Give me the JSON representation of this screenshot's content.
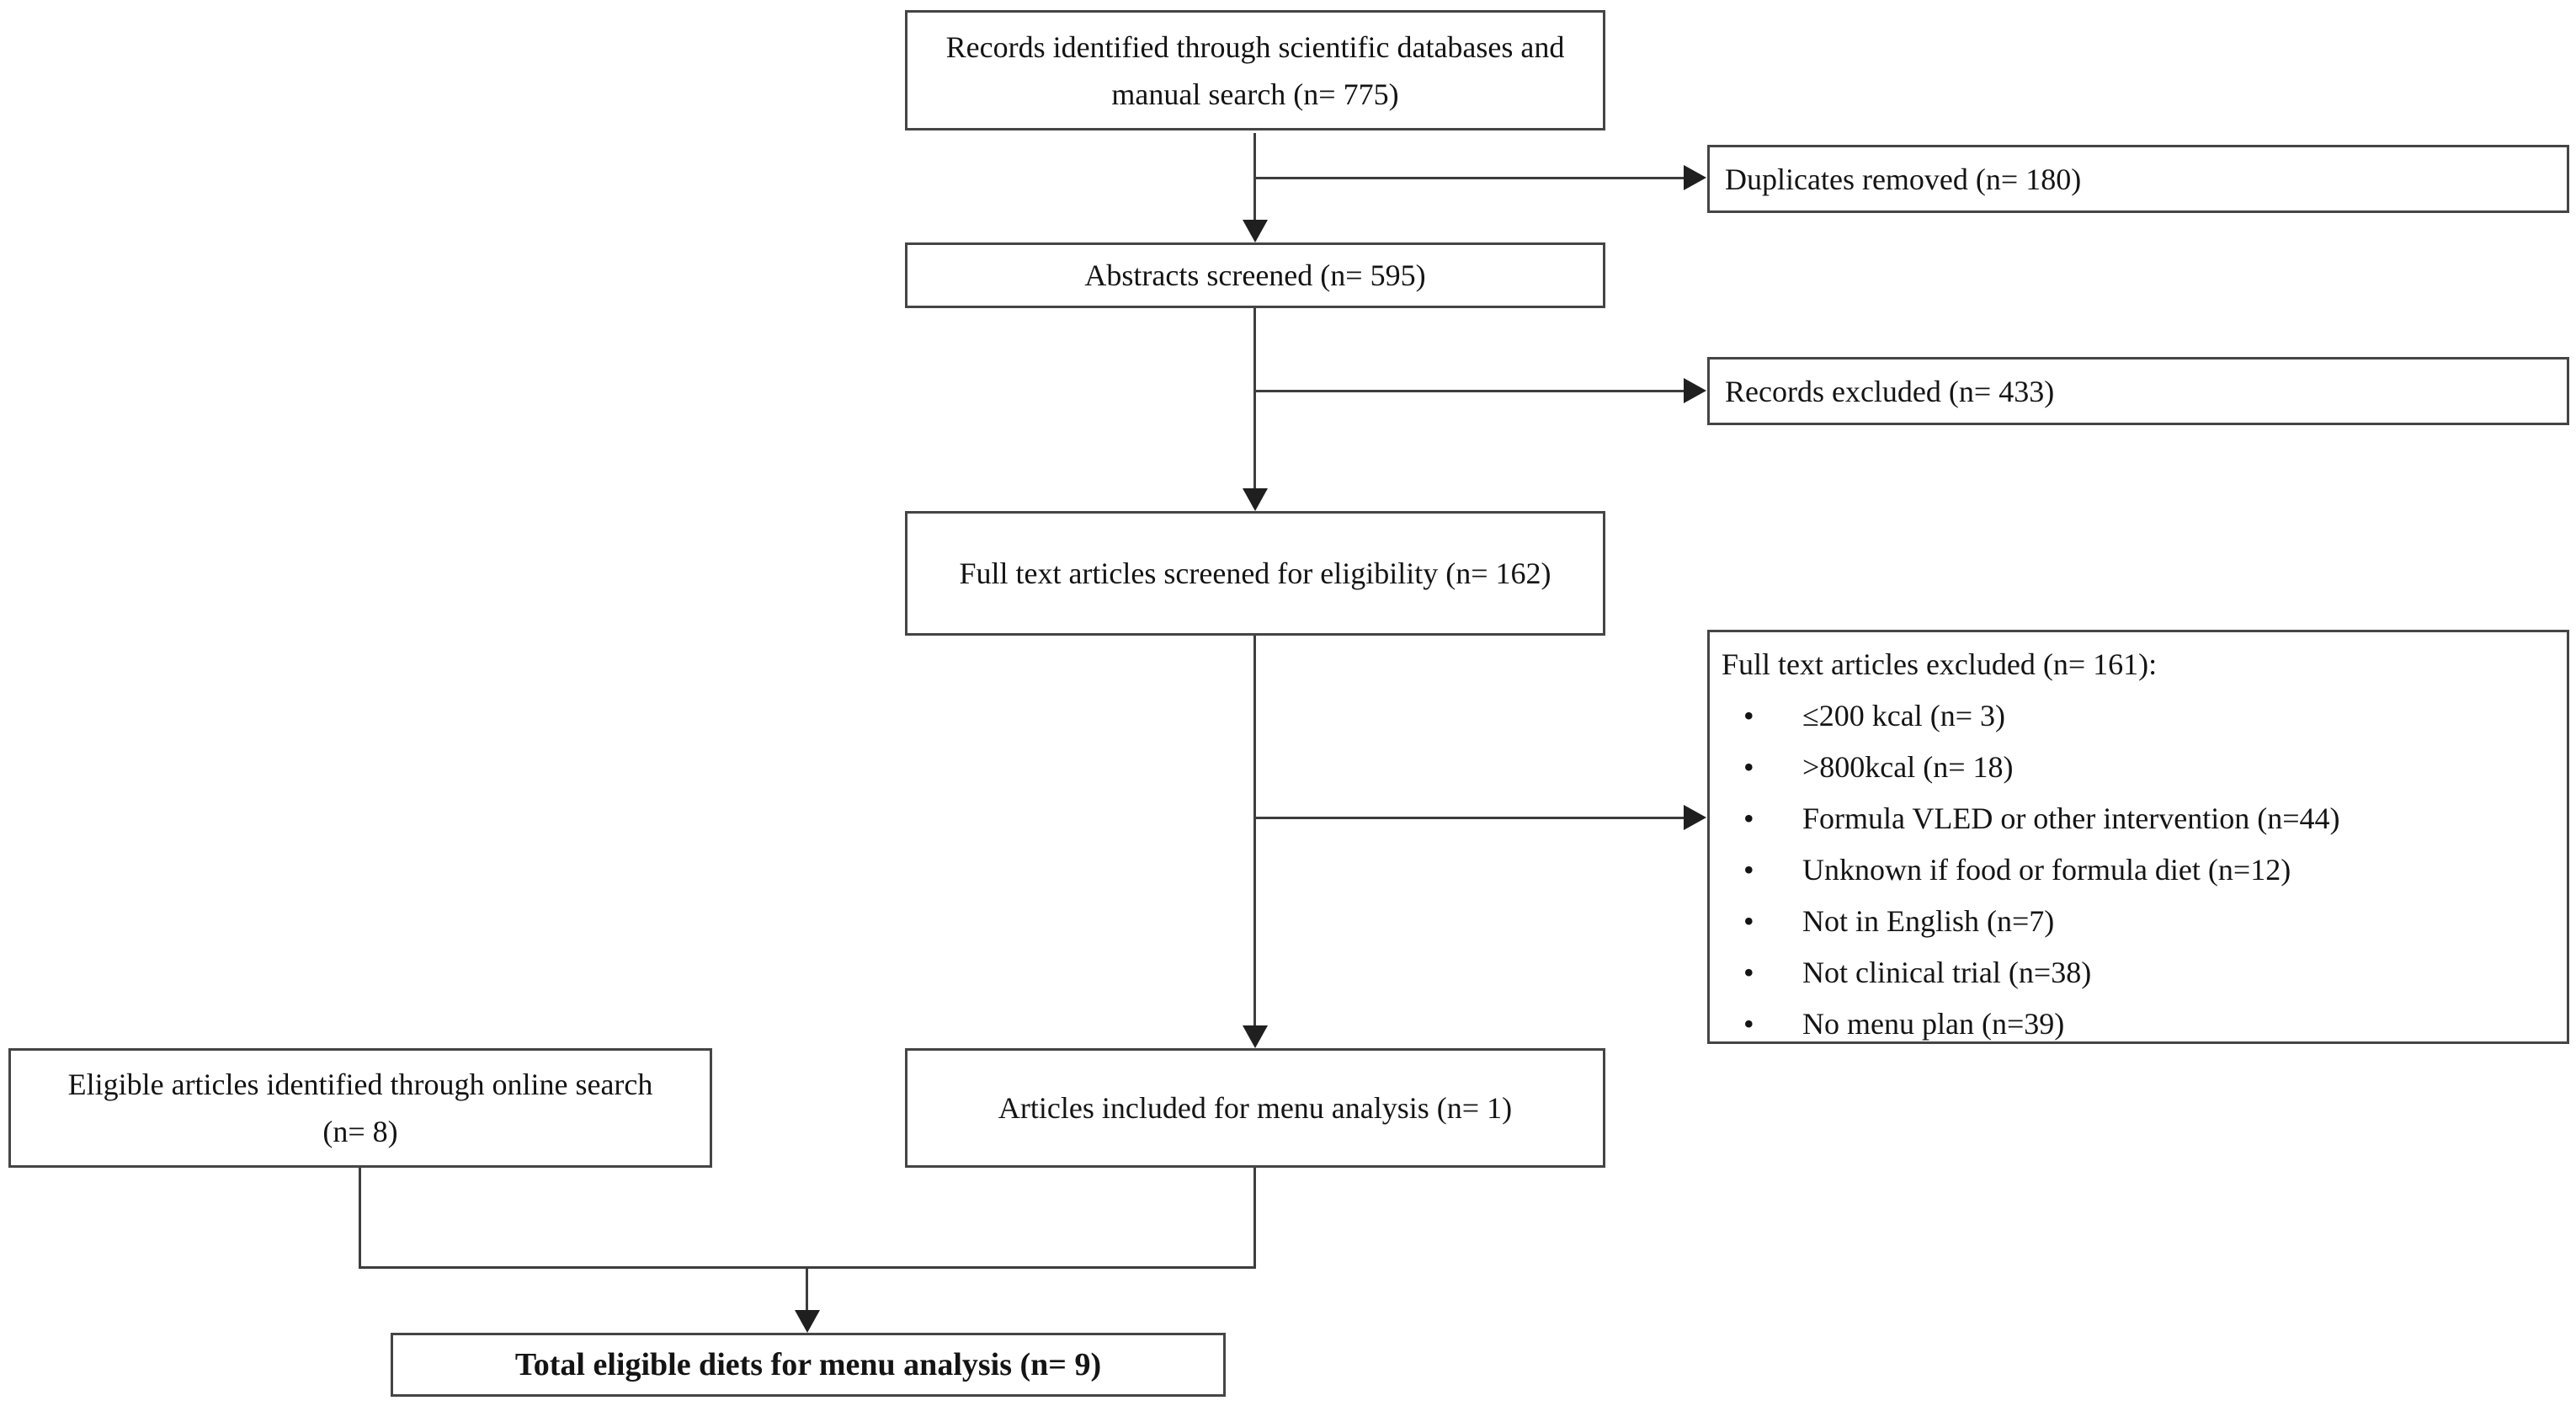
{
  "figure": {
    "type": "flowchart",
    "description": "Literature screening flow diagram for menu analysis eligibility",
    "background_color": "#ffffff",
    "box_border_color": "#454545",
    "line_color": "#3d3d3d",
    "text_color": "#141414"
  },
  "nodes": {
    "records_identified": {
      "label": "Records identified through scientific databases and manual search (n= 775)"
    },
    "duplicates_removed": {
      "label": "Duplicates removed (n= 180)"
    },
    "abstracts_screened": {
      "label": "Abstracts screened (n= 595)"
    },
    "records_excluded": {
      "label": "Records excluded (n= 433)"
    },
    "fulltext_screened": {
      "label": "Full text articles screened for eligibility (n= 162)"
    },
    "fulltext_excluded": {
      "title": "Full text articles excluded (n= 161):",
      "items": [
        "≤200 kcal (n= 3)",
        ">800kcal (n= 18)",
        "Formula VLED or other intervention (n=44)",
        "Unknown if food or formula diet (n=12)",
        "Not in English (n=7)",
        "Not clinical trial (n=38)",
        "No menu plan (n=39)"
      ]
    },
    "eligible_online": {
      "label": "Eligible articles identified through online search (n= 8)"
    },
    "articles_included": {
      "label": "Articles included for menu analysis (n= 1)"
    },
    "total_eligible": {
      "label": "Total eligible diets for menu analysis (n= 9)"
    }
  }
}
